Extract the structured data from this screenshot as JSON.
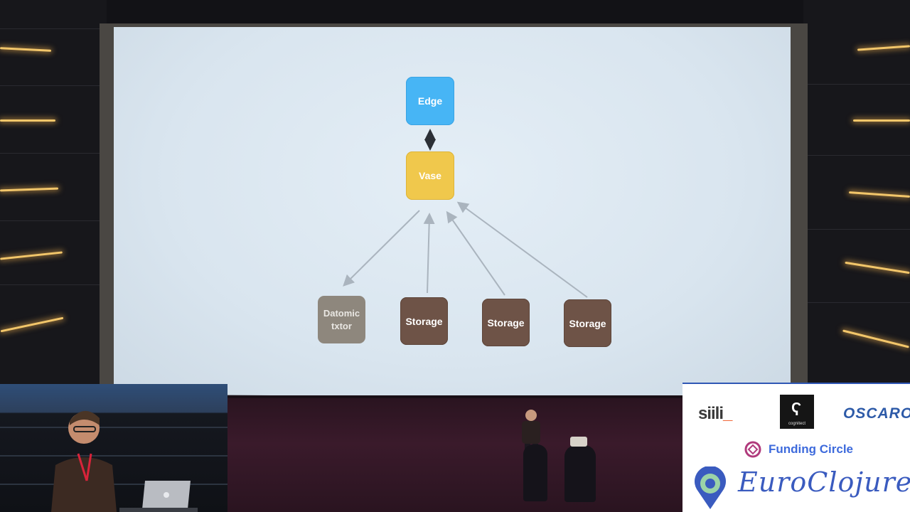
{
  "slide": {
    "nodes": {
      "edge": "Edge",
      "vase": "Vase",
      "datomic_line1": "Datomic",
      "datomic_line2": "txtor",
      "storage_1": "Storage",
      "storage_2": "Storage",
      "storage_3": "Storage"
    },
    "colors": {
      "edge": "#47b5f5",
      "vase": "#f0c84c",
      "datomic": "#8e877d",
      "storage": "#6e5347",
      "arrow": "#aab4be",
      "bidirectional_arrow": "#2b2f36"
    }
  },
  "sponsors": {
    "siili": "siili",
    "cognitect": "cognitect",
    "oscaro": "OSCARO",
    "funding_circle": "Funding Circle",
    "euroclojure": "EuroClojure",
    "accent_color": "#3a5bbf"
  }
}
